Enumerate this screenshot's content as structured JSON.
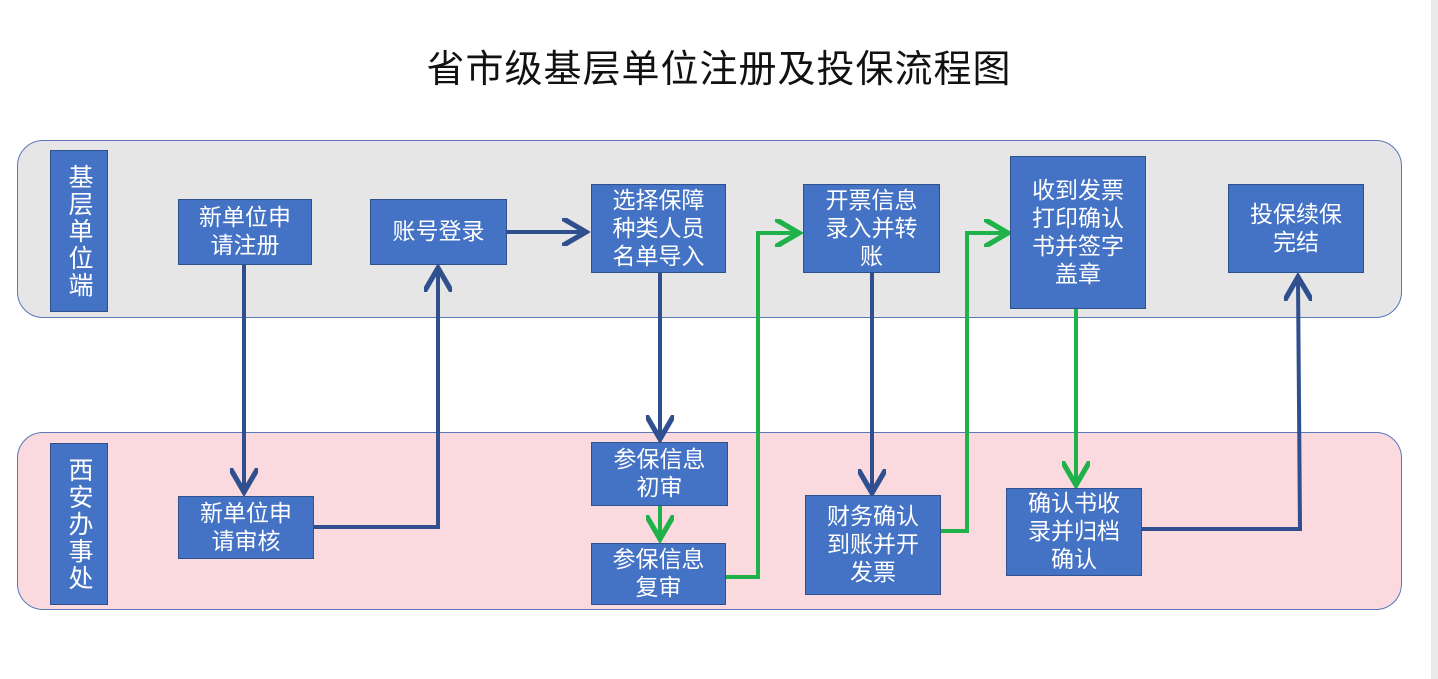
{
  "title": "省市级基层单位注册及投保流程图",
  "lanes": {
    "top": "基层单位端",
    "bottom": "西安办事处"
  },
  "steps": {
    "new_apply": "新单位申\n请注册",
    "account_login": "账号登录",
    "select_import": "选择保障\n种类人员\n名单导入",
    "invoice_entry": "开票信息\n录入并转\n账",
    "receive_invoice": "收到发票\n打印确认\n书并签字\n盖章",
    "complete": "投保续保\n完结",
    "review_apply": "新单位申\n请审核",
    "first_review": "参保信息\n初审",
    "second_review": "参保信息\n复审",
    "finance_confirm": "财务确认\n到账并开\n发票",
    "archive_confirm": "确认书收\n录并归档\n确认"
  },
  "colors": {
    "box_fill": "#4472c4",
    "arrow_blue": "#2f4f8f",
    "arrow_green": "#1fb14a",
    "lane_top": "#e6e6e6",
    "lane_bottom": "#fadadf"
  }
}
